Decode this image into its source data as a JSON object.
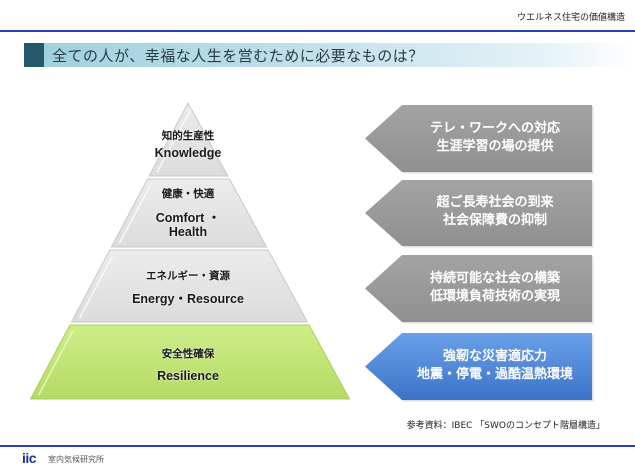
{
  "header": {
    "title": "ウエルネス住宅の価値構造"
  },
  "heading": {
    "text": "全ての人が、幸福な人生を営むために必要なものは？"
  },
  "pyramid": {
    "tiers": [
      {
        "jp": "知的生産性",
        "en": "Knowledge",
        "color": "#e6e6e6"
      },
      {
        "jp": "健康・快適",
        "en": "Comfort ・",
        "en2": "Health",
        "color": "#e6e6e6"
      },
      {
        "jp": "エネルギー・資源",
        "en": "Energy・Resource",
        "color": "#e6e6e6"
      },
      {
        "jp": "安全性確保",
        "en": "Resilience",
        "color": "#c3e67a"
      }
    ]
  },
  "arrows": [
    {
      "line1": "テレ・ワークへの対応",
      "line2": "生涯学習の場の提供",
      "color": "#999999"
    },
    {
      "line1": "超ご長寿社会の到来",
      "line2": "社会保障費の抑制",
      "color": "#999999"
    },
    {
      "line1": "持続可能な社会の構築",
      "line2": "低環境負荷技術の実現",
      "color": "#999999"
    },
    {
      "line1": "強靭な災害適応力",
      "line2": "地震・停電・過酷温熱環境",
      "color": "#4f86d6"
    }
  ],
  "source": {
    "text": "参考資料：IBEC 「SWOのコンセプト階層構造」"
  },
  "footer": {
    "logo": "iic",
    "org": "室内気候研究所"
  }
}
